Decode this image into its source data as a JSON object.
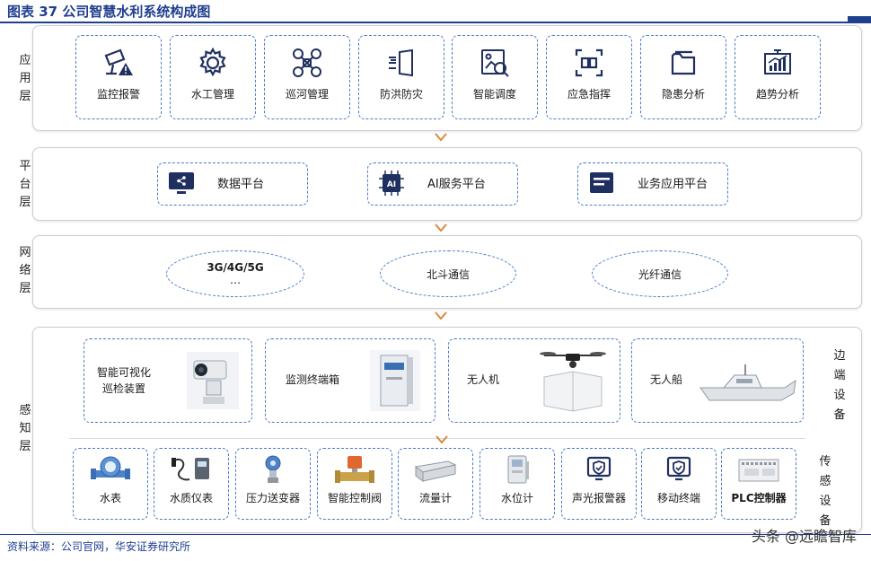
{
  "figure": {
    "title": "图表 37 公司智慧水利系统构成图",
    "source": "资料来源：公司官网，华安证券研究所",
    "watermark": "头条 @远瞻智库"
  },
  "colors": {
    "title_blue": "#1f3f8f",
    "dash_blue": "#4a7cc6",
    "icon_navy": "#1f2f5f",
    "chevron_orange": "#d98a3a"
  },
  "layers": {
    "application": {
      "label": "应用层",
      "items": [
        {
          "label": "监控报警",
          "icon": "camera-alert-icon"
        },
        {
          "label": "水工管理",
          "icon": "gear-icon"
        },
        {
          "label": "巡河管理",
          "icon": "drone-icon"
        },
        {
          "label": "防洪防灾",
          "icon": "floodgate-icon"
        },
        {
          "label": "智能调度",
          "icon": "dispatch-search-icon"
        },
        {
          "label": "应急指挥",
          "icon": "emergency-command-icon"
        },
        {
          "label": "隐患分析",
          "icon": "folder-icon"
        },
        {
          "label": "趋势分析",
          "icon": "trend-chart-icon"
        }
      ]
    },
    "platform": {
      "label": "平台层",
      "items": [
        {
          "label": "数据平台",
          "icon": "share-monitor-icon"
        },
        {
          "label": "AI服务平台",
          "icon": "ai-chip-icon",
          "icon_text": "AI"
        },
        {
          "label": "业务应用平台",
          "icon": "document-window-icon"
        }
      ]
    },
    "network": {
      "label": "网络层",
      "items": [
        {
          "label": "3G/4G/5G",
          "sub": "…"
        },
        {
          "label": "北斗通信",
          "sub": ""
        },
        {
          "label": "光纤通信",
          "sub": ""
        }
      ]
    },
    "perception": {
      "label": "感知层",
      "edge_label": "边端设备",
      "sensor_label": "传感设备",
      "edge_devices": [
        {
          "label": "智能可视化巡检装置",
          "line1": "智能可视化",
          "line2": "巡检装置",
          "icon": "inspection-camera-icon"
        },
        {
          "label": "监测终端箱",
          "icon": "terminal-cabinet-icon"
        },
        {
          "label": "无人机",
          "icon": "uav-icon"
        },
        {
          "label": "无人船",
          "icon": "unmanned-boat-icon"
        }
      ],
      "sensors": [
        {
          "label": "水表",
          "icon": "water-meter-icon"
        },
        {
          "label": "水质仪表",
          "icon": "water-quality-meter-icon"
        },
        {
          "label": "压力送变器",
          "icon": "pressure-transmitter-icon"
        },
        {
          "label": "智能控制阀",
          "icon": "control-valve-icon"
        },
        {
          "label": "流量计",
          "icon": "flowmeter-icon"
        },
        {
          "label": "水位计",
          "icon": "water-level-gauge-icon"
        },
        {
          "label": "声光报警器",
          "icon": "sound-light-alarm-icon"
        },
        {
          "label": "移动终端",
          "icon": "mobile-terminal-icon"
        },
        {
          "label": "PLC控制器",
          "icon": "plc-controller-icon"
        }
      ]
    }
  }
}
